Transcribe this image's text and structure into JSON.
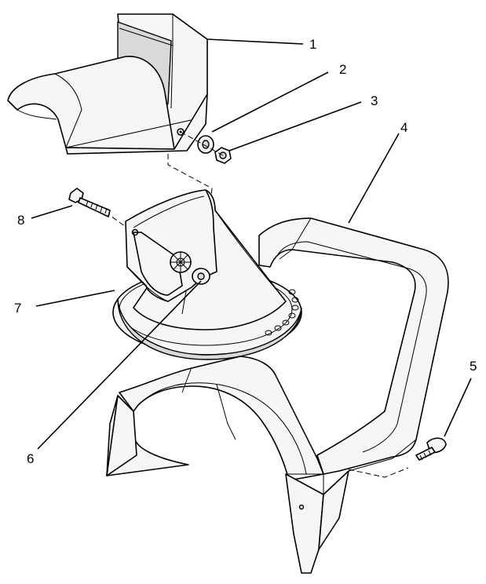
{
  "callouts": [
    {
      "id": "1",
      "label": "1",
      "part": "chute-deflector"
    },
    {
      "id": "2",
      "label": "2",
      "part": "washer"
    },
    {
      "id": "3",
      "label": "3",
      "part": "nut"
    },
    {
      "id": "4",
      "label": "4",
      "part": "chute-base-housing"
    },
    {
      "id": "5",
      "label": "5",
      "part": "carriage-bolt"
    },
    {
      "id": "6",
      "label": "6",
      "part": "flat-washer"
    },
    {
      "id": "7",
      "label": "7",
      "part": "discharge-chute"
    },
    {
      "id": "8",
      "label": "8",
      "part": "bolt"
    }
  ]
}
